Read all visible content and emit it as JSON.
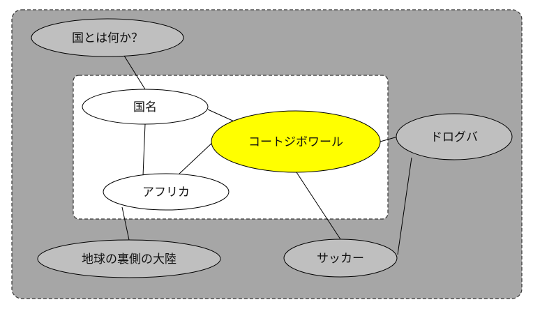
{
  "colors": {
    "outer_fill": "#a6a6a6",
    "inner_fill": "#ffffff",
    "node_gray": "#bfbfbf",
    "node_white": "#ffffff",
    "node_center": "#ffff00",
    "line": "#000000"
  },
  "nodes": {
    "what_is_country": "国とは何か？",
    "country_name": "国名",
    "ivory_coast": "コートジボワール",
    "africa": "アフリカ",
    "drogba": "ドログバ",
    "other_side_continent": "地球の裏側の大陸",
    "soccer": "サッカー"
  }
}
